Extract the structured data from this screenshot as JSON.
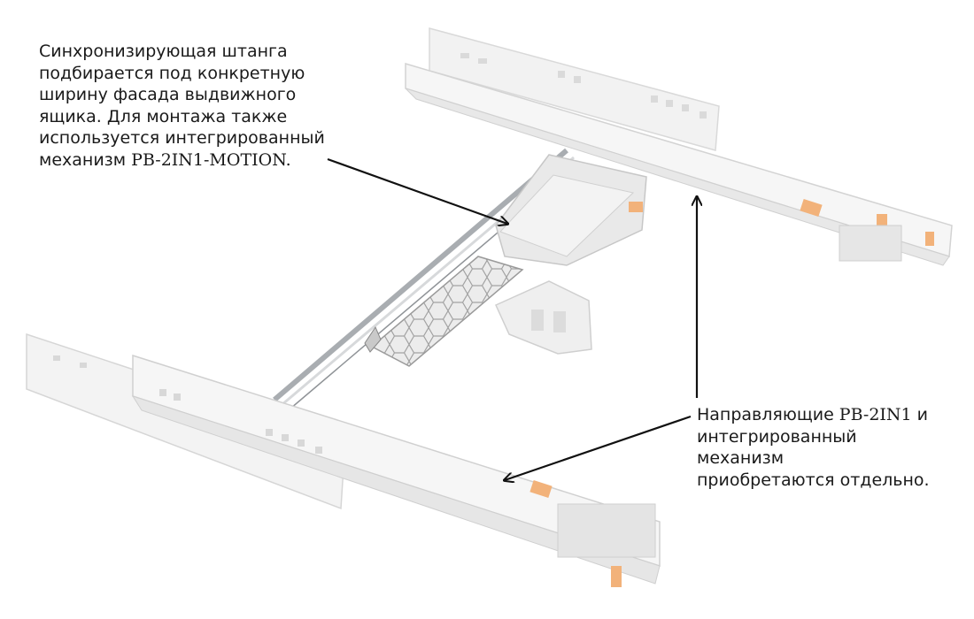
{
  "captions": {
    "top": {
      "line1": "Синхронизирующая штанга",
      "line2": "подбирается под конкретную",
      "line3": "ширину фасада выдвижного",
      "line4": "ящика. Для монтажа также",
      "line5": "используется интегрированный",
      "line6_text": "механизм ",
      "line6_code": "PB-2IN1-MOTION."
    },
    "bottom": {
      "line1_text": "Направляющие ",
      "line1_code": "PB-2IN1",
      "line1_tail": " и",
      "line2": "интегрированный",
      "line3": "механизм",
      "line4": "приобретаются отдельно."
    }
  },
  "colors": {
    "rail": "#f4f4f4",
    "rail_edge": "#cfcfcf",
    "steel": "#b9bcbf",
    "accent": "#f2b27a",
    "arrow": "#111111"
  }
}
